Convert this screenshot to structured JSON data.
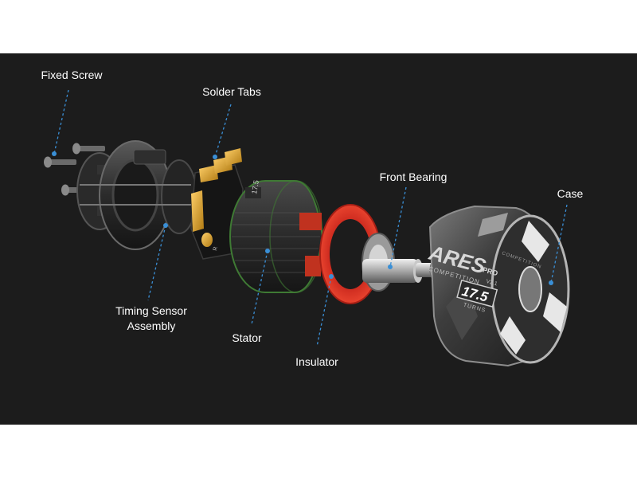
{
  "figure": {
    "background": "#1c1c1c",
    "leader_color": "#3a8fd6",
    "labels": {
      "fixed_screw": "Fixed Screw",
      "solder_tabs": "Solder Tabs",
      "front_bearing": "Front Bearing",
      "case": "Case",
      "timing_sensor_line1": "Timing Sensor",
      "timing_sensor_line2": "Assembly",
      "stator": "Stator",
      "insulator": "Insulator"
    },
    "case_markings": {
      "brand": "ARES",
      "sub": "COMPETITION",
      "pro": "PRO",
      "version": "V2.1",
      "turns_value": "17.5",
      "turns_unit": "TURNS",
      "side_text": "COMPETITION"
    },
    "stator_marking": "17.5",
    "board_marking": "R"
  }
}
